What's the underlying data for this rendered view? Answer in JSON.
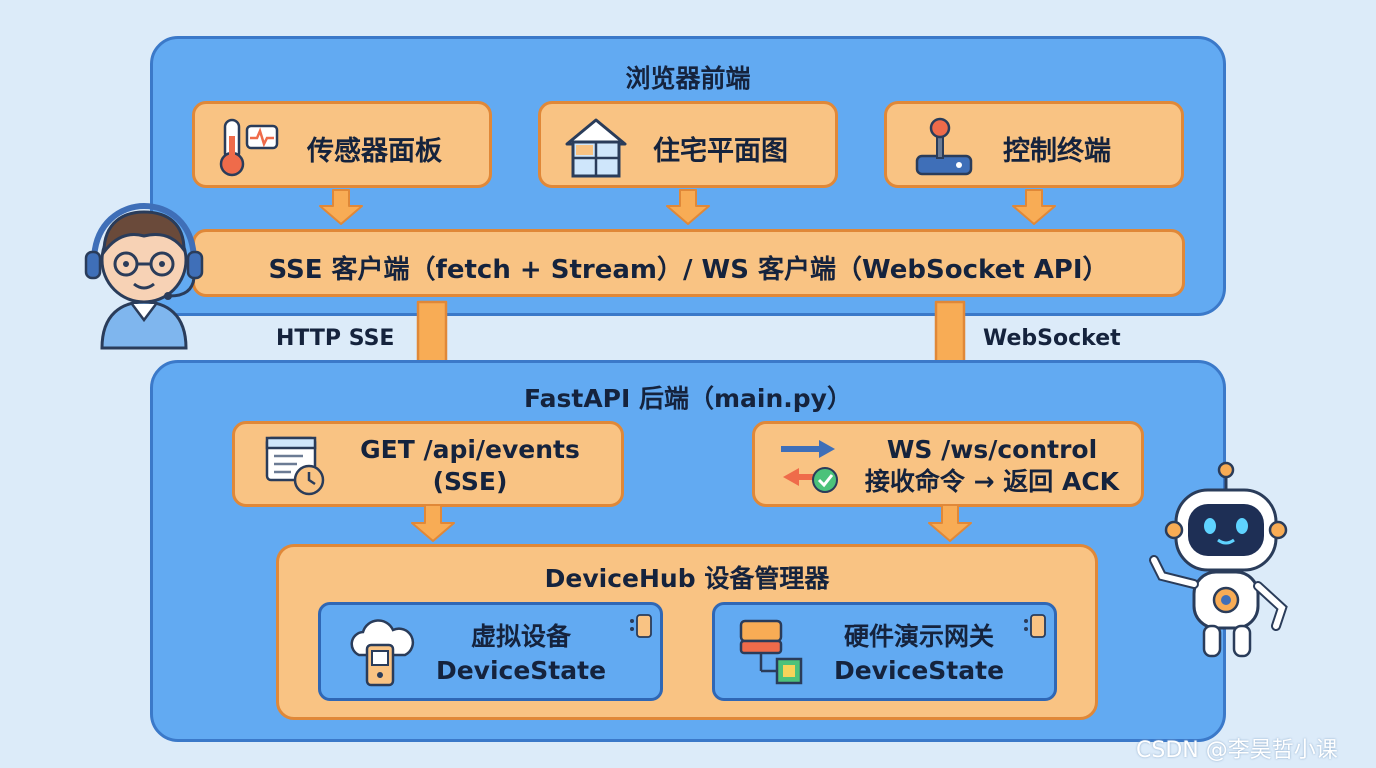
{
  "frontend": {
    "title": "浏览器前端",
    "cards": [
      {
        "label": "传感器面板",
        "icon": "thermometer-icon"
      },
      {
        "label": "住宅平面图",
        "icon": "floor-plan-icon"
      },
      {
        "label": "控制终端",
        "icon": "joystick-icon"
      }
    ],
    "client_bar": "SSE 客户端（fetch + Stream）/ WS 客户端（WebSocket API）"
  },
  "connections": {
    "left": "HTTP SSE",
    "right": "WebSocket"
  },
  "backend": {
    "title": "FastAPI 后端（main.py）",
    "sse_endpoint": {
      "line1": "GET /api/events",
      "line2": "(SSE)",
      "icon": "event-log-icon"
    },
    "ws_endpoint": {
      "line1": "WS /ws/control",
      "line2": "接收命令 → 返回 ACK",
      "icon": "bidirectional-arrows-icon"
    },
    "hub": {
      "title": "DeviceHub 设备管理器",
      "devices": [
        {
          "line1": "虚拟设备",
          "line2": "DeviceState",
          "icon": "cloud-device-icon"
        },
        {
          "line1": "硬件演示网关",
          "line2": "DeviceState",
          "icon": "hardware-gateway-icon"
        }
      ]
    }
  },
  "watermark": "CSDN @李昊哲小课",
  "colors": {
    "panel_blue": "#62aaf2",
    "card_orange": "#f9c383",
    "card_border": "#e08838",
    "background": "#dcebf9"
  }
}
